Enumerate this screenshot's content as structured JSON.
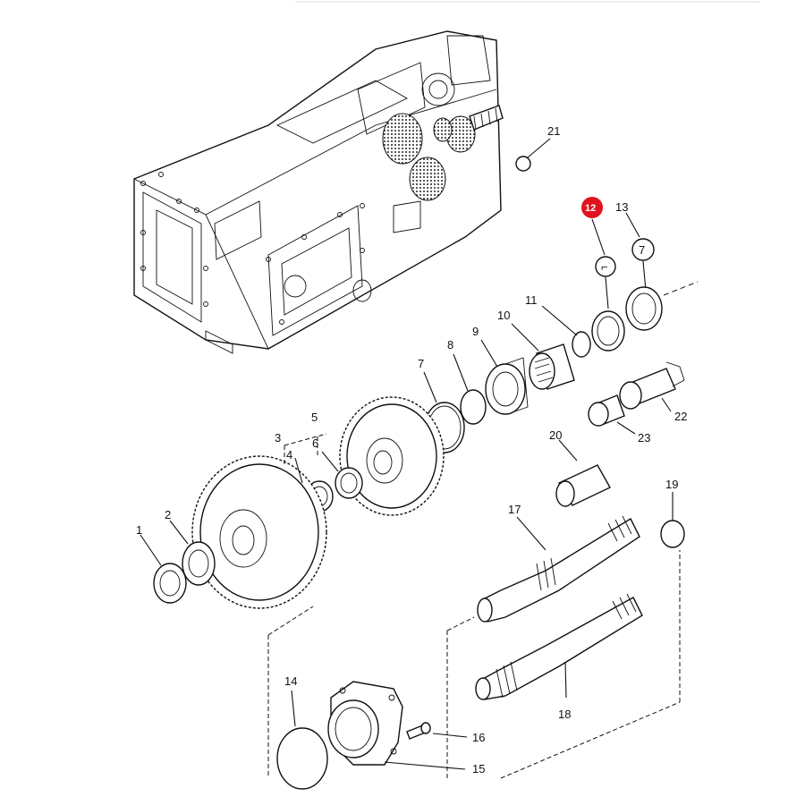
{
  "callouts": [
    {
      "id": "1",
      "text": "1"
    },
    {
      "id": "2",
      "text": "2"
    },
    {
      "id": "3",
      "text": "3"
    },
    {
      "id": "4",
      "text": "4"
    },
    {
      "id": "5",
      "text": "5"
    },
    {
      "id": "6",
      "text": "6"
    },
    {
      "id": "7",
      "text": "7"
    },
    {
      "id": "8",
      "text": "8"
    },
    {
      "id": "9",
      "text": "9"
    },
    {
      "id": "10",
      "text": "10"
    },
    {
      "id": "11",
      "text": "11"
    },
    {
      "id": "12",
      "text": "12"
    },
    {
      "id": "13",
      "text": "13"
    },
    {
      "id": "14",
      "text": "14"
    },
    {
      "id": "15",
      "text": "15"
    },
    {
      "id": "16",
      "text": "16"
    },
    {
      "id": "17",
      "text": "17"
    },
    {
      "id": "18",
      "text": "18"
    },
    {
      "id": "19",
      "text": "19"
    },
    {
      "id": "20",
      "text": "20"
    },
    {
      "id": "21",
      "text": "21"
    },
    {
      "id": "22",
      "text": "22"
    },
    {
      "id": "23",
      "text": "23"
    }
  ],
  "highlight": {
    "callout": "12",
    "color": "#e0141e"
  },
  "notes": {
    "bag_symbol": "⌐",
    "kit_symbol": "7"
  }
}
